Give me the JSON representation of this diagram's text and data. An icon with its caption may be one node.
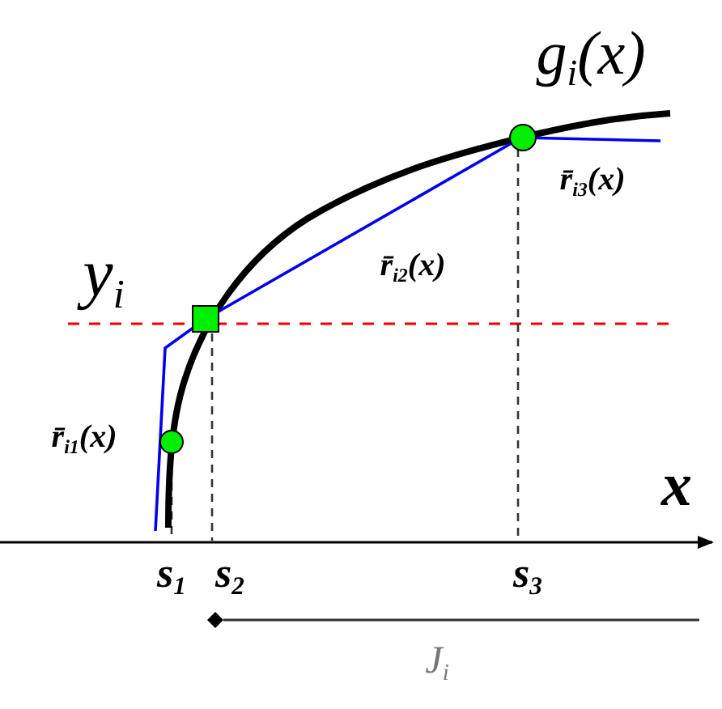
{
  "diagram": {
    "labels": [
      "g$_{i}$(x)",
      "y$_{i}$",
      "r̄$_{i2}$(x)",
      "r̄$_{i3}$(x)",
      "r̄$_{i1}$(x)",
      "x",
      "s$_{1}$",
      "s$_{2}$",
      "s$_{3}$",
      "J$_{i}$"
    ]
  }
}
